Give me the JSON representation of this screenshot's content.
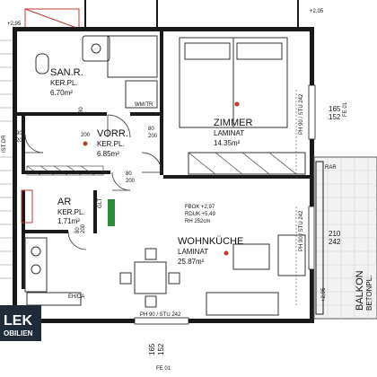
{
  "rooms": {
    "sanr": {
      "name": "SAN.R.",
      "floor": "KER.PL.",
      "area": "6.70m²"
    },
    "vorr": {
      "name": "VORR.",
      "floor": "KER.PL.",
      "area": "6.85m²"
    },
    "zimmer": {
      "name": "ZIMMER",
      "floor": "LAMINAT",
      "area": "14.35m²"
    },
    "ar": {
      "name": "AR",
      "floor": "KER.PL.",
      "area": "1.71m²"
    },
    "wohnkueche": {
      "name": "WOHNKÜCHE",
      "floor": "LAMINAT",
      "area": "25.87m²"
    },
    "balkon": {
      "name": "BALKON",
      "floor": "BETONPL."
    }
  },
  "annotations": {
    "wmtr": "WM/TR",
    "fbok": "FBOK +2,97",
    "rduk": "RDUK +5,49",
    "rh": "RH 252cm",
    "ph_stu_zimmer": "PH 90 / STU 242",
    "ph_stu_wohn": "PH 90 / STU 242",
    "ph_stu_bottom": "PH 90 / STU 242",
    "rar": "RAR",
    "ehda": "EH/DA",
    "fe_right": "FE 01",
    "fe_bottom": "FE 01",
    "ist_dr": "IST DR",
    "glt": "GLT",
    "elev_balkon": "+2,95",
    "elev_top": "+2,05",
    "elev_left": "+2,95"
  },
  "doors": [
    {
      "top": "80",
      "bottom": "200"
    },
    {
      "top": "90",
      "bottom": "200"
    },
    {
      "top": "80",
      "bottom": "200"
    },
    {
      "top": "80",
      "bottom": "200"
    },
    {
      "top": "80",
      "bottom": "200"
    }
  ],
  "windows": {
    "zimmer_right": {
      "top": "165",
      "bottom": "152"
    },
    "wohn_right": {
      "top": "210",
      "bottom": "242"
    },
    "bottom": {
      "top": "165",
      "bottom": "152"
    }
  },
  "logo": {
    "line1": "LEK",
    "line2": "OBILIEN"
  },
  "colors": {
    "wall": "#1a1a1a",
    "accent": "#c0392b",
    "green": "#2e8b3a",
    "logo_bg": "#1f2b38"
  }
}
